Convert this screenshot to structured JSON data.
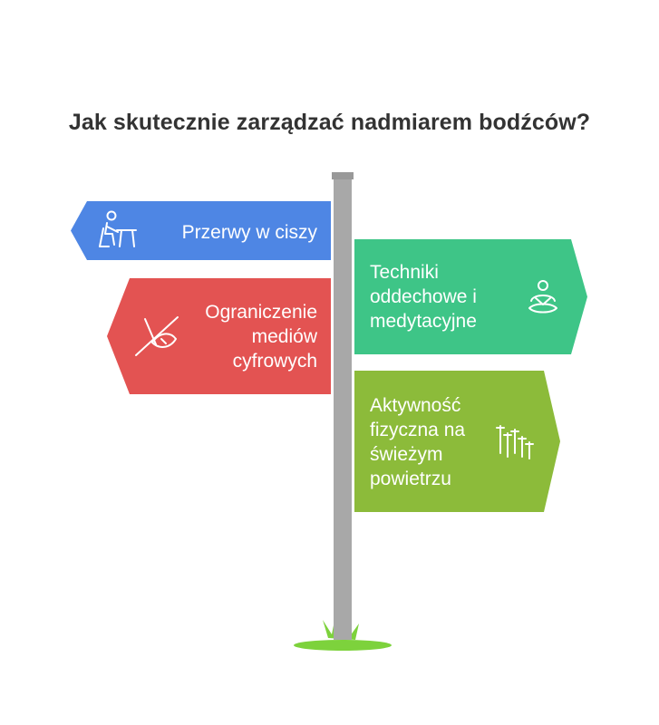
{
  "title": "Jak skutecznie zarządzać nadmiarem bodźców?",
  "colors": {
    "blue": "#4E86E4",
    "red": "#E35352",
    "teal": "#3EC587",
    "green": "#8CBB3A",
    "pole": "#A8A8A8",
    "grass": "#7DD23C"
  },
  "signs": [
    {
      "id": "quiet-breaks",
      "label": "Przerwy w ciszy",
      "icon": "person-resting-icon",
      "side": "left",
      "color": "blue"
    },
    {
      "id": "breathing",
      "label": "Techniki oddechowe i medytacyjne",
      "icon": "meditation-icon",
      "side": "right",
      "color": "teal"
    },
    {
      "id": "digital-limit",
      "label": "Ograniczenie mediów cyfrowych",
      "icon": "no-media-icon",
      "side": "left",
      "color": "red"
    },
    {
      "id": "outdoor",
      "label": "Aktywność fizyczna na świeżym powietrzu",
      "icon": "fitness-bars-icon",
      "side": "right",
      "color": "green"
    }
  ]
}
